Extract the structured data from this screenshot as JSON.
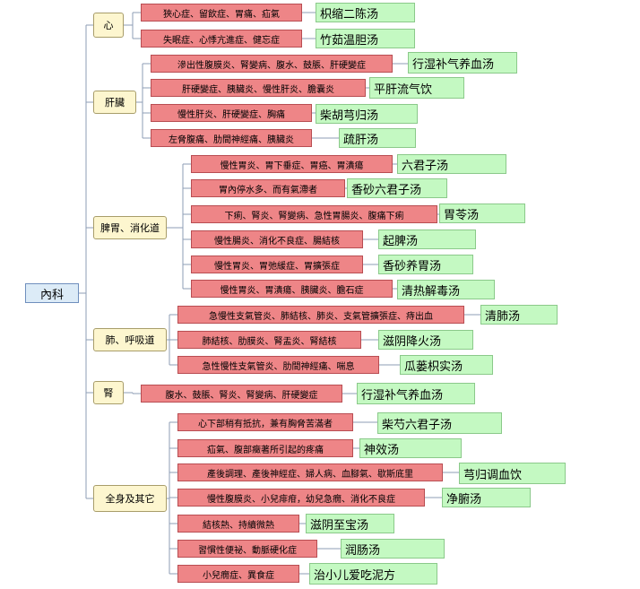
{
  "root": "內科",
  "categories": [
    {
      "name": "心",
      "items": [
        {
          "symptoms": "狹心症、留飲症、胃痛、疝氣",
          "formula": "枳缩二陈汤"
        },
        {
          "symptoms": "失眠症、心悸亢進症、健忘症",
          "formula": "竹茹温胆汤"
        }
      ]
    },
    {
      "name": "肝臟",
      "items": [
        {
          "symptoms": "滲出性腹膜炎、腎變病、腹水、鼓脹、肝硬變症",
          "formula": "行湿补气养血汤"
        },
        {
          "symptoms": "肝硬變症、胰臟炎、慢性肝炎、膽囊炎",
          "formula": "平肝流气饮"
        },
        {
          "symptoms": "慢性肝炎、肝硬變症、胸痛",
          "formula": "柴胡芎归汤"
        },
        {
          "symptoms": "左脅腹痛、肋間神經痛、胰臟炎",
          "formula": "疏肝汤"
        }
      ]
    },
    {
      "name": "脾胃、消化道",
      "items": [
        {
          "symptoms": "慢性胃炎、胃下垂症、胃癌、胃潰瘍",
          "formula": "六君子汤"
        },
        {
          "symptoms": "胃內停水多、而有氣滯者",
          "formula": "香砂六君子汤"
        },
        {
          "symptoms": "下痢、腎炎、腎變病、急性胃腸炎、腹痛下痢",
          "formula": "胃苓汤"
        },
        {
          "symptoms": "慢性腸炎、消化不良症、腸結核",
          "formula": "起脾汤"
        },
        {
          "symptoms": "慢性胃炎、胃弛緩症、胃擴張症",
          "formula": "香砂养胃汤"
        },
        {
          "symptoms": "慢性胃炎、胃潰瘍、胰臟炎、膽石症",
          "formula": "清热解毒汤"
        }
      ]
    },
    {
      "name": "肺、呼吸道",
      "items": [
        {
          "symptoms": "急慢性支氣管炎、肺結核、肺炎、支氣管擴張症、痔出血",
          "formula": "清肺汤"
        },
        {
          "symptoms": "肺結核、肋膜炎、腎盂炎、腎結核",
          "formula": "滋阴降火汤"
        },
        {
          "symptoms": "急性慢性支氣管炎、肋間神經痛、喘息",
          "formula": "瓜蒌枳实汤"
        }
      ]
    },
    {
      "name": "腎",
      "items": [
        {
          "symptoms": "腹水、鼓脹、腎炎、腎變病、肝硬變症",
          "formula": "行湿补气养血汤"
        }
      ]
    },
    {
      "name": "全身及其它",
      "items": [
        {
          "symptoms": "心下部稍有抵抗，兼有胸脅苦滿者",
          "formula": "柴芍六君子汤"
        },
        {
          "symptoms": "疝氣、腹部癥著所引起的疼痛",
          "formula": "神效汤"
        },
        {
          "symptoms": "產後調理、產後神經症、婦人病、血腳氣、歇斯底里",
          "formula": "芎归调血饮"
        },
        {
          "symptoms": "慢性腹膜炎、小兒痱疳，幼兒急癇、消化不良症",
          "formula": "净腑汤"
        },
        {
          "symptoms": "結核熱、持續微熱",
          "formula": "滋阴至宝汤"
        },
        {
          "symptoms": "習慣性便祕、動脈硬化症",
          "formula": "润肠汤"
        },
        {
          "symptoms": "小兒癇症、異食症",
          "formula": "治小儿爱吃泥方"
        }
      ]
    }
  ]
}
